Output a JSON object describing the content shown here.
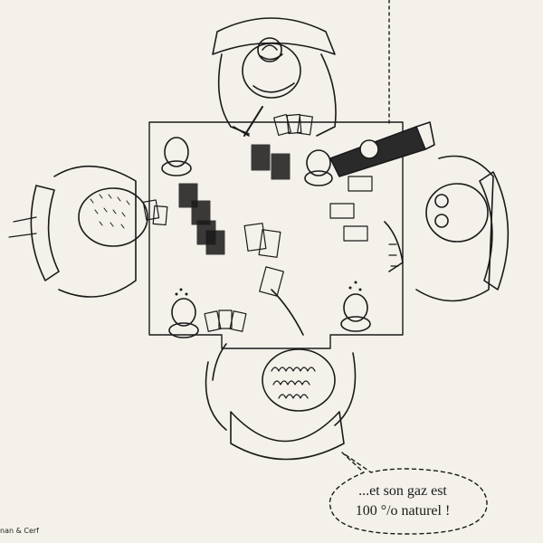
{
  "speech_bubble": {
    "line1": "...et son gaz est",
    "line2": "100 °/o naturel !"
  },
  "credit": "nan & Cerf",
  "colors": {
    "paper": "#f3f1ea",
    "ink": "#1a1a1a",
    "bottle": "#2a2a2a"
  }
}
